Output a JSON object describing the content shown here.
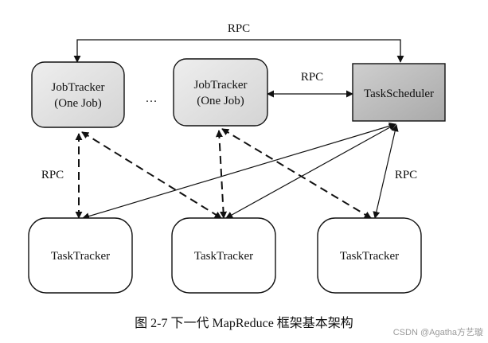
{
  "diagram": {
    "rpc_top": "RPC",
    "rpc_middle": "RPC",
    "rpc_left": "RPC",
    "rpc_right": "RPC",
    "ellipsis": "…",
    "jobtracker_1": {
      "line1": "JobTracker",
      "line2": "(One Job)"
    },
    "jobtracker_2": {
      "line1": "JobTracker",
      "line2": "(One Job)"
    },
    "task_scheduler": "TaskScheduler",
    "tasktracker_1": "TaskTracker",
    "tasktracker_2": "TaskTracker",
    "tasktracker_3": "TaskTracker"
  },
  "caption": "图 2-7   下一代 MapReduce 框架基本架构",
  "watermark": "CSDN @Agatha方艺璇"
}
